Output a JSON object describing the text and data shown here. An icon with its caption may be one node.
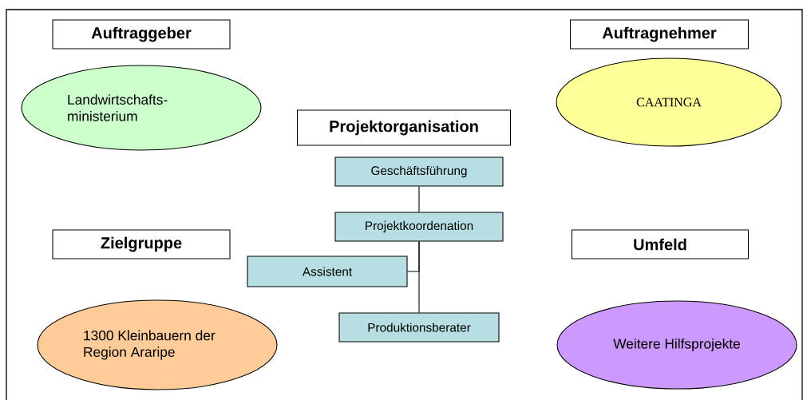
{
  "diagram": {
    "nodes": [
      {
        "text": [
          "Auftraggeber"
        ]
      },
      {
        "text": [
          "Landwirtschafts- ministerium"
        ]
      },
      {
        "text": [
          "Auftragnehmer"
        ]
      },
      {
        "text": [
          "CAATINGA"
        ]
      },
      {
        "text": [
          "Projektorganisation"
        ]
      },
      {
        "text": [
          "Geschäftsführung"
        ]
      },
      {
        "text": [
          "Projektkoordenation"
        ]
      },
      {
        "text": [
          "Assistent"
        ]
      },
      {
        "text": [
          "Produktionsberater"
        ]
      },
      {
        "text": [
          "Zielgruppe"
        ]
      },
      {
        "text": [
          "Umfeld"
        ]
      },
      {
        "text": [
          "1300 Kleinbauern der Region Araripe"
        ]
      },
      {
        "text": [
          "Weitere Hilfsprojekte"
        ]
      }
    ],
    "edges": [
      {
        "from": 5,
        "to": 6,
        "arrow": "none"
      },
      {
        "from": 6,
        "to": 7,
        "arrow": "none"
      },
      {
        "from": 6,
        "to": 8,
        "arrow": "none"
      }
    ]
  }
}
